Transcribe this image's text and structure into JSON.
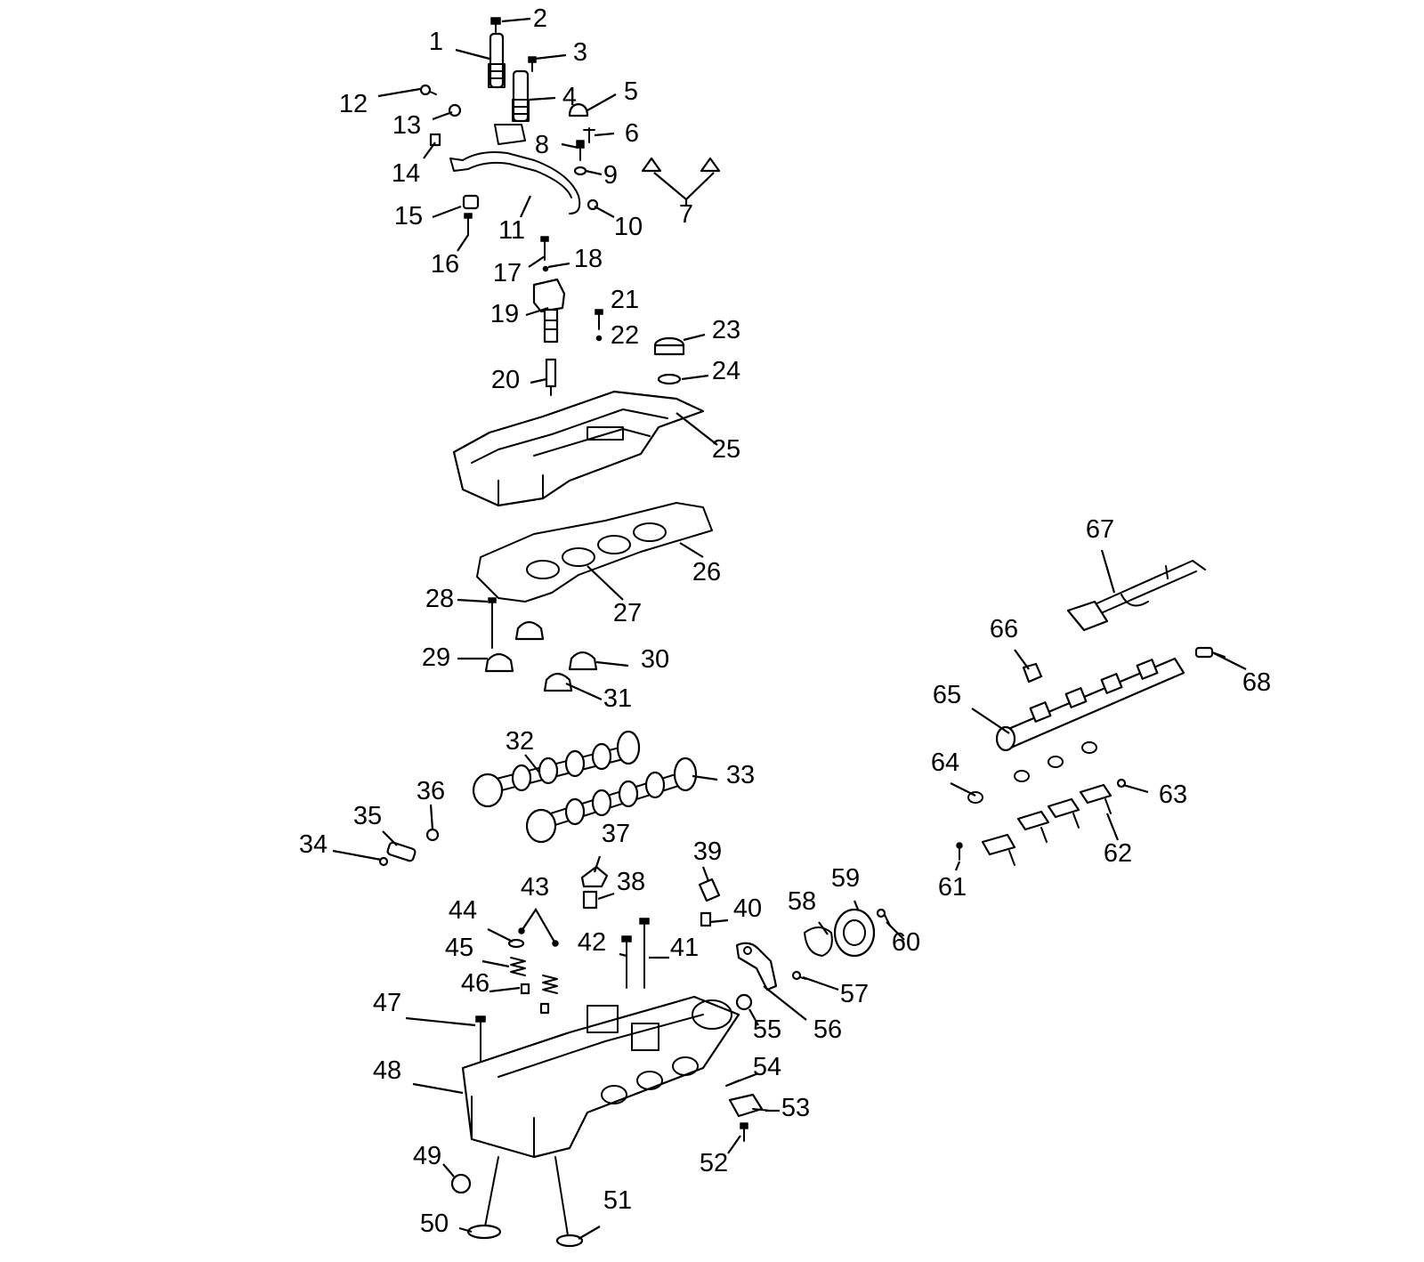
{
  "diagram": {
    "callouts": [
      "1",
      "2",
      "3",
      "4",
      "5",
      "6",
      "7",
      "8",
      "9",
      "10",
      "11",
      "12",
      "13",
      "14",
      "15",
      "16",
      "17",
      "18",
      "19",
      "20",
      "21",
      "22",
      "23",
      "24",
      "25",
      "26",
      "27",
      "28",
      "29",
      "30",
      "31",
      "32",
      "33",
      "34",
      "35",
      "36",
      "37",
      "38",
      "39",
      "40",
      "41",
      "42",
      "43",
      "44",
      "45",
      "46",
      "47",
      "48",
      "49",
      "50",
      "51",
      "52",
      "53",
      "54",
      "55",
      "56",
      "57",
      "58",
      "59",
      "60",
      "61",
      "62",
      "63",
      "64",
      "65",
      "66",
      "67",
      "68"
    ]
  }
}
